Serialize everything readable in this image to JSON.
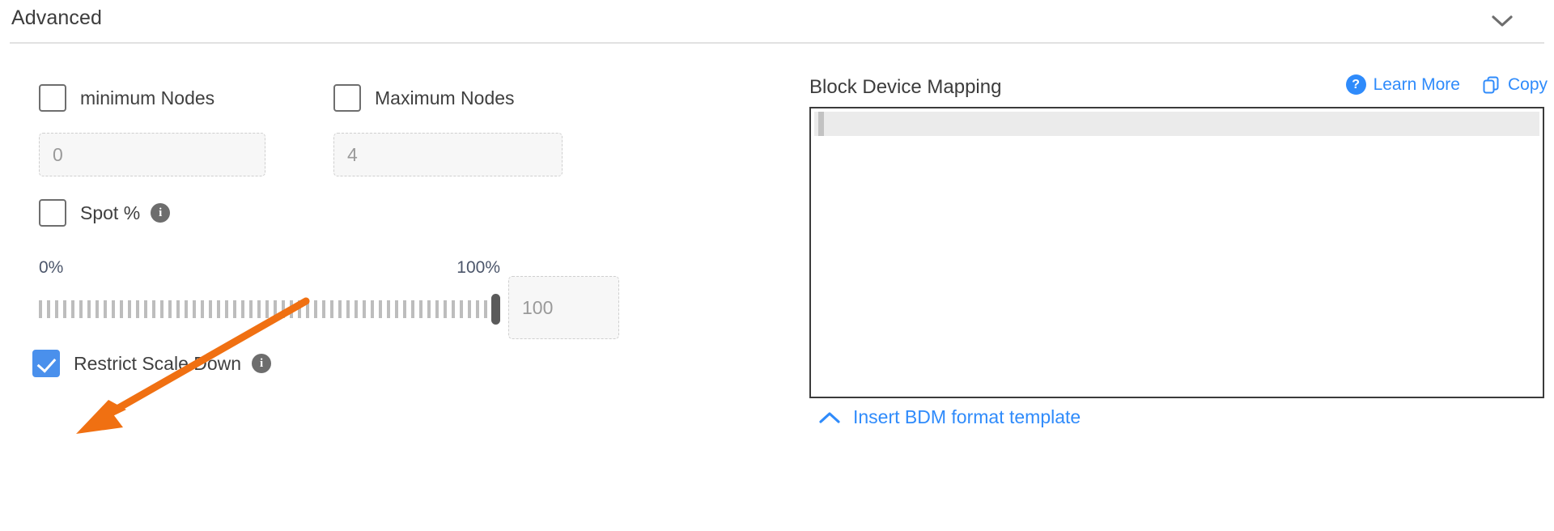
{
  "section": {
    "title": "Advanced",
    "collapse_icon": "chevron-down-icon"
  },
  "left_panel": {
    "min_nodes": {
      "label": "minimum Nodes",
      "checked": false,
      "input_value": "0"
    },
    "max_nodes": {
      "label": "Maximum Nodes",
      "checked": false,
      "input_value": "4"
    },
    "spot": {
      "label": "Spot %",
      "checked": false,
      "info_icon": "info-icon",
      "info_glyph": "i"
    },
    "slider": {
      "min_label": "0%",
      "max_label": "100%",
      "value": 100,
      "value_input": "100"
    },
    "restrict_scale_down": {
      "label": "Restrict Scale Down",
      "checked": true,
      "info_icon": "info-icon",
      "info_glyph": "i"
    }
  },
  "right_panel": {
    "title": "Block Device Mapping",
    "learn_more": {
      "label": "Learn More",
      "icon": "help-circle-icon",
      "glyph": "?"
    },
    "copy": {
      "label": "Copy",
      "icon": "copy-icon"
    },
    "editor": {
      "content": "",
      "active_line": true
    },
    "footer_link": {
      "label": "Insert BDM format template",
      "icon": "chevron-up-icon"
    }
  },
  "annotation": {
    "type": "arrow",
    "color": "#f07012",
    "points_to": "restrict-scale-down-checkbox"
  },
  "colors": {
    "accent_blue": "#2f8bfb",
    "checkbox_blue": "#4a90ec",
    "annotation_orange": "#f07012",
    "text_dark": "#3c3c3c",
    "border_gray": "#cfcfcf"
  }
}
